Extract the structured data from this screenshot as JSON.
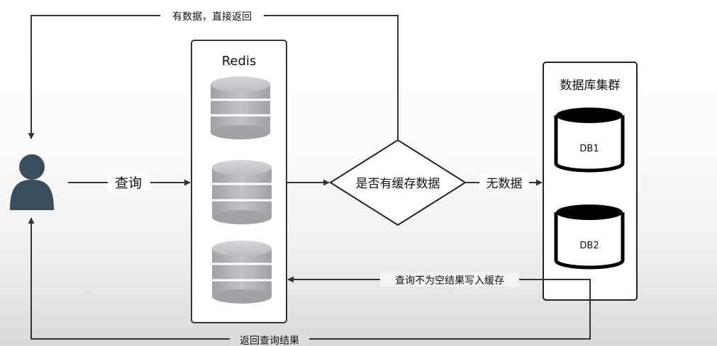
{
  "labels": {
    "return_direct": "有数据，直接返回",
    "query": "查询",
    "redis": "Redis",
    "decision": "是否有缓存数据",
    "no_data": "无数据",
    "db_cluster": "数据库集群",
    "db1": "DB1",
    "db2": "DB2",
    "write_cache": "查询不为空结果写入缓存",
    "return_result": "返回查询结果"
  },
  "icons": {
    "user": "user-icon",
    "cache": "database-stack-icon",
    "db": "database-cylinder-icon"
  },
  "colors": {
    "user": "#3a4d5c",
    "line": "#333333",
    "cache_light": "#c4c8cb",
    "cache_mid": "#a7abae"
  }
}
